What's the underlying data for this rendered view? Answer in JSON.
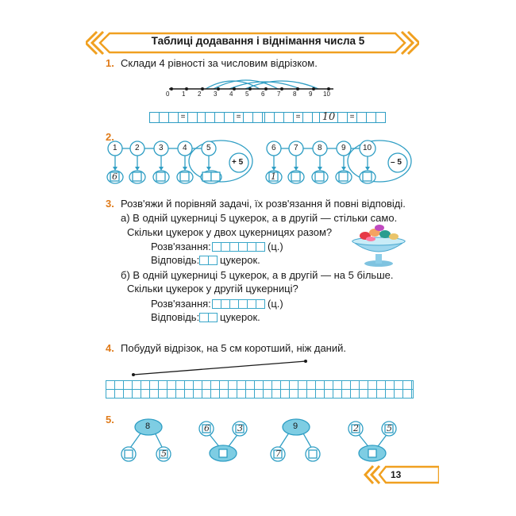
{
  "header": {
    "title": "Таблиці додавання і віднімання числа 5",
    "accent": "#f0a020"
  },
  "task1": {
    "number": "1.",
    "text": "Склади 4 рівності за числовим відрізком.",
    "ticks": [
      "0",
      "1",
      "2",
      "3",
      "4",
      "5",
      "6",
      "7",
      "8",
      "9",
      "10"
    ],
    "equations": [
      {
        "cells": [
          "",
          "",
          "",
          "=",
          "",
          "",
          ""
        ]
      },
      {
        "cells": [
          "",
          "",
          "",
          "=",
          "",
          "",
          ""
        ]
      },
      {
        "cells": [
          "",
          "",
          "",
          "=",
          "",
          "",
          ""
        ]
      },
      {
        "cells": [
          "10",
          "",
          "",
          "=",
          "",
          "",
          ""
        ]
      }
    ],
    "handwritten": "10"
  },
  "task2": {
    "number": "2.",
    "left": {
      "circles": [
        "1",
        "2",
        "3",
        "4",
        "5"
      ],
      "operator": "+ 5",
      "answers": [
        "6",
        "",
        "",
        "",
        ""
      ]
    },
    "right": {
      "circles": [
        "6",
        "7",
        "8",
        "9",
        "10"
      ],
      "operator": "– 5",
      "answers": [
        "1",
        "",
        "",
        "",
        ""
      ]
    }
  },
  "task3": {
    "number": "3.",
    "text": "Розв'яжи й порівняй задачі, їх розв'язання й повні відповіді.",
    "a": {
      "line1": "а) В одній цукерниці 5 цукерок, а в другій — стільки само.",
      "line2": "Скільки цукерок у двох цукерницях разом?",
      "solution_label": "Розв'язання:",
      "unit": "(ц.)",
      "answer_label": "Відповідь:",
      "answer_word": "цукерок."
    },
    "b": {
      "line1": "б) В одній цукерниці 5 цукерок, а в другій — на 5 більше.",
      "line2": "Скільки цукерок у другій цукерниці?",
      "solution_label": "Розв'язання:",
      "unit": "(ц.)",
      "answer_label": "Відповідь:",
      "answer_word": "цукерок."
    }
  },
  "task4": {
    "number": "4.",
    "text": "Побудуй відрізок, на 5 см коротший, ніж даний."
  },
  "task5": {
    "number": "5.",
    "groups": [
      {
        "top": "8",
        "left": "",
        "right": "5"
      },
      {
        "left_top": "6",
        "right_top": "3",
        "bottom": ""
      },
      {
        "top": "9",
        "left": "7",
        "right": ""
      },
      {
        "left_top": "2",
        "right_top": "5",
        "bottom": ""
      }
    ]
  },
  "footer": {
    "page_number": "13"
  }
}
